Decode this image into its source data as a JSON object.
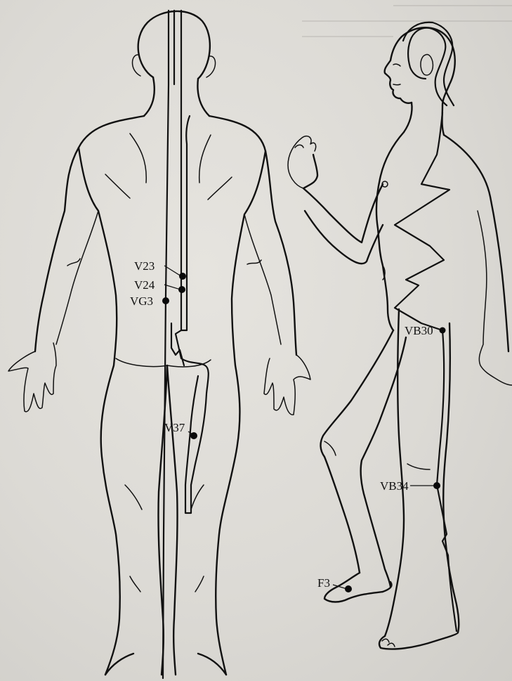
{
  "points": [
    {
      "id": "V23",
      "label": "V23"
    },
    {
      "id": "V24",
      "label": "V24"
    },
    {
      "id": "VG3",
      "label": "VG3"
    },
    {
      "id": "V37",
      "label": "V37"
    },
    {
      "id": "VB30",
      "label": "VB30"
    },
    {
      "id": "VB34",
      "label": "VB34"
    },
    {
      "id": "F3",
      "label": "F3"
    }
  ],
  "colors": {
    "line": "#111111",
    "paper": "#dcdad5",
    "point": "#0a0a0a"
  }
}
